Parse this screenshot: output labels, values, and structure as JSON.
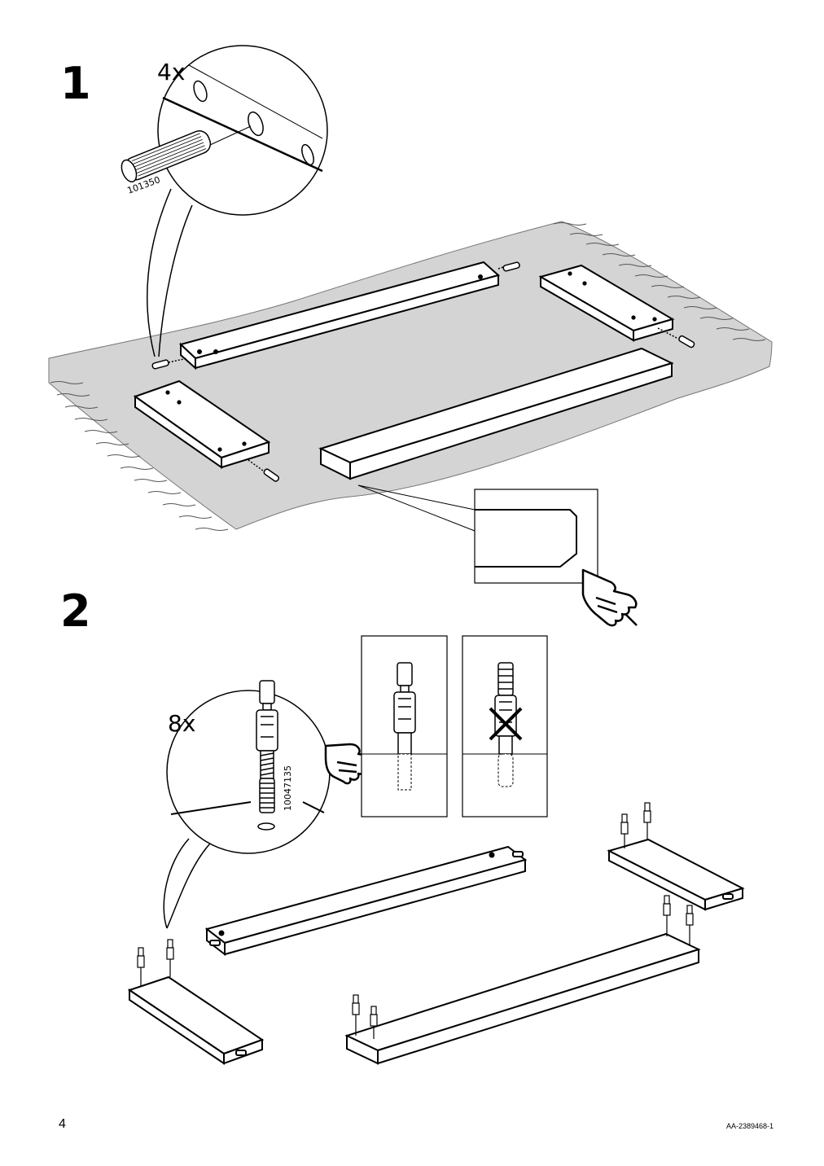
{
  "page": {
    "page_number": "4",
    "doc_code": "AA-2389468-1"
  },
  "step1": {
    "number": "1",
    "quantity": "4x",
    "part_number": "101350"
  },
  "step2": {
    "number": "2",
    "quantity": "8x",
    "part_number": "10047135"
  },
  "icons": {
    "hand": "pointing-hand-icon",
    "cross": "cross-mark-icon"
  }
}
